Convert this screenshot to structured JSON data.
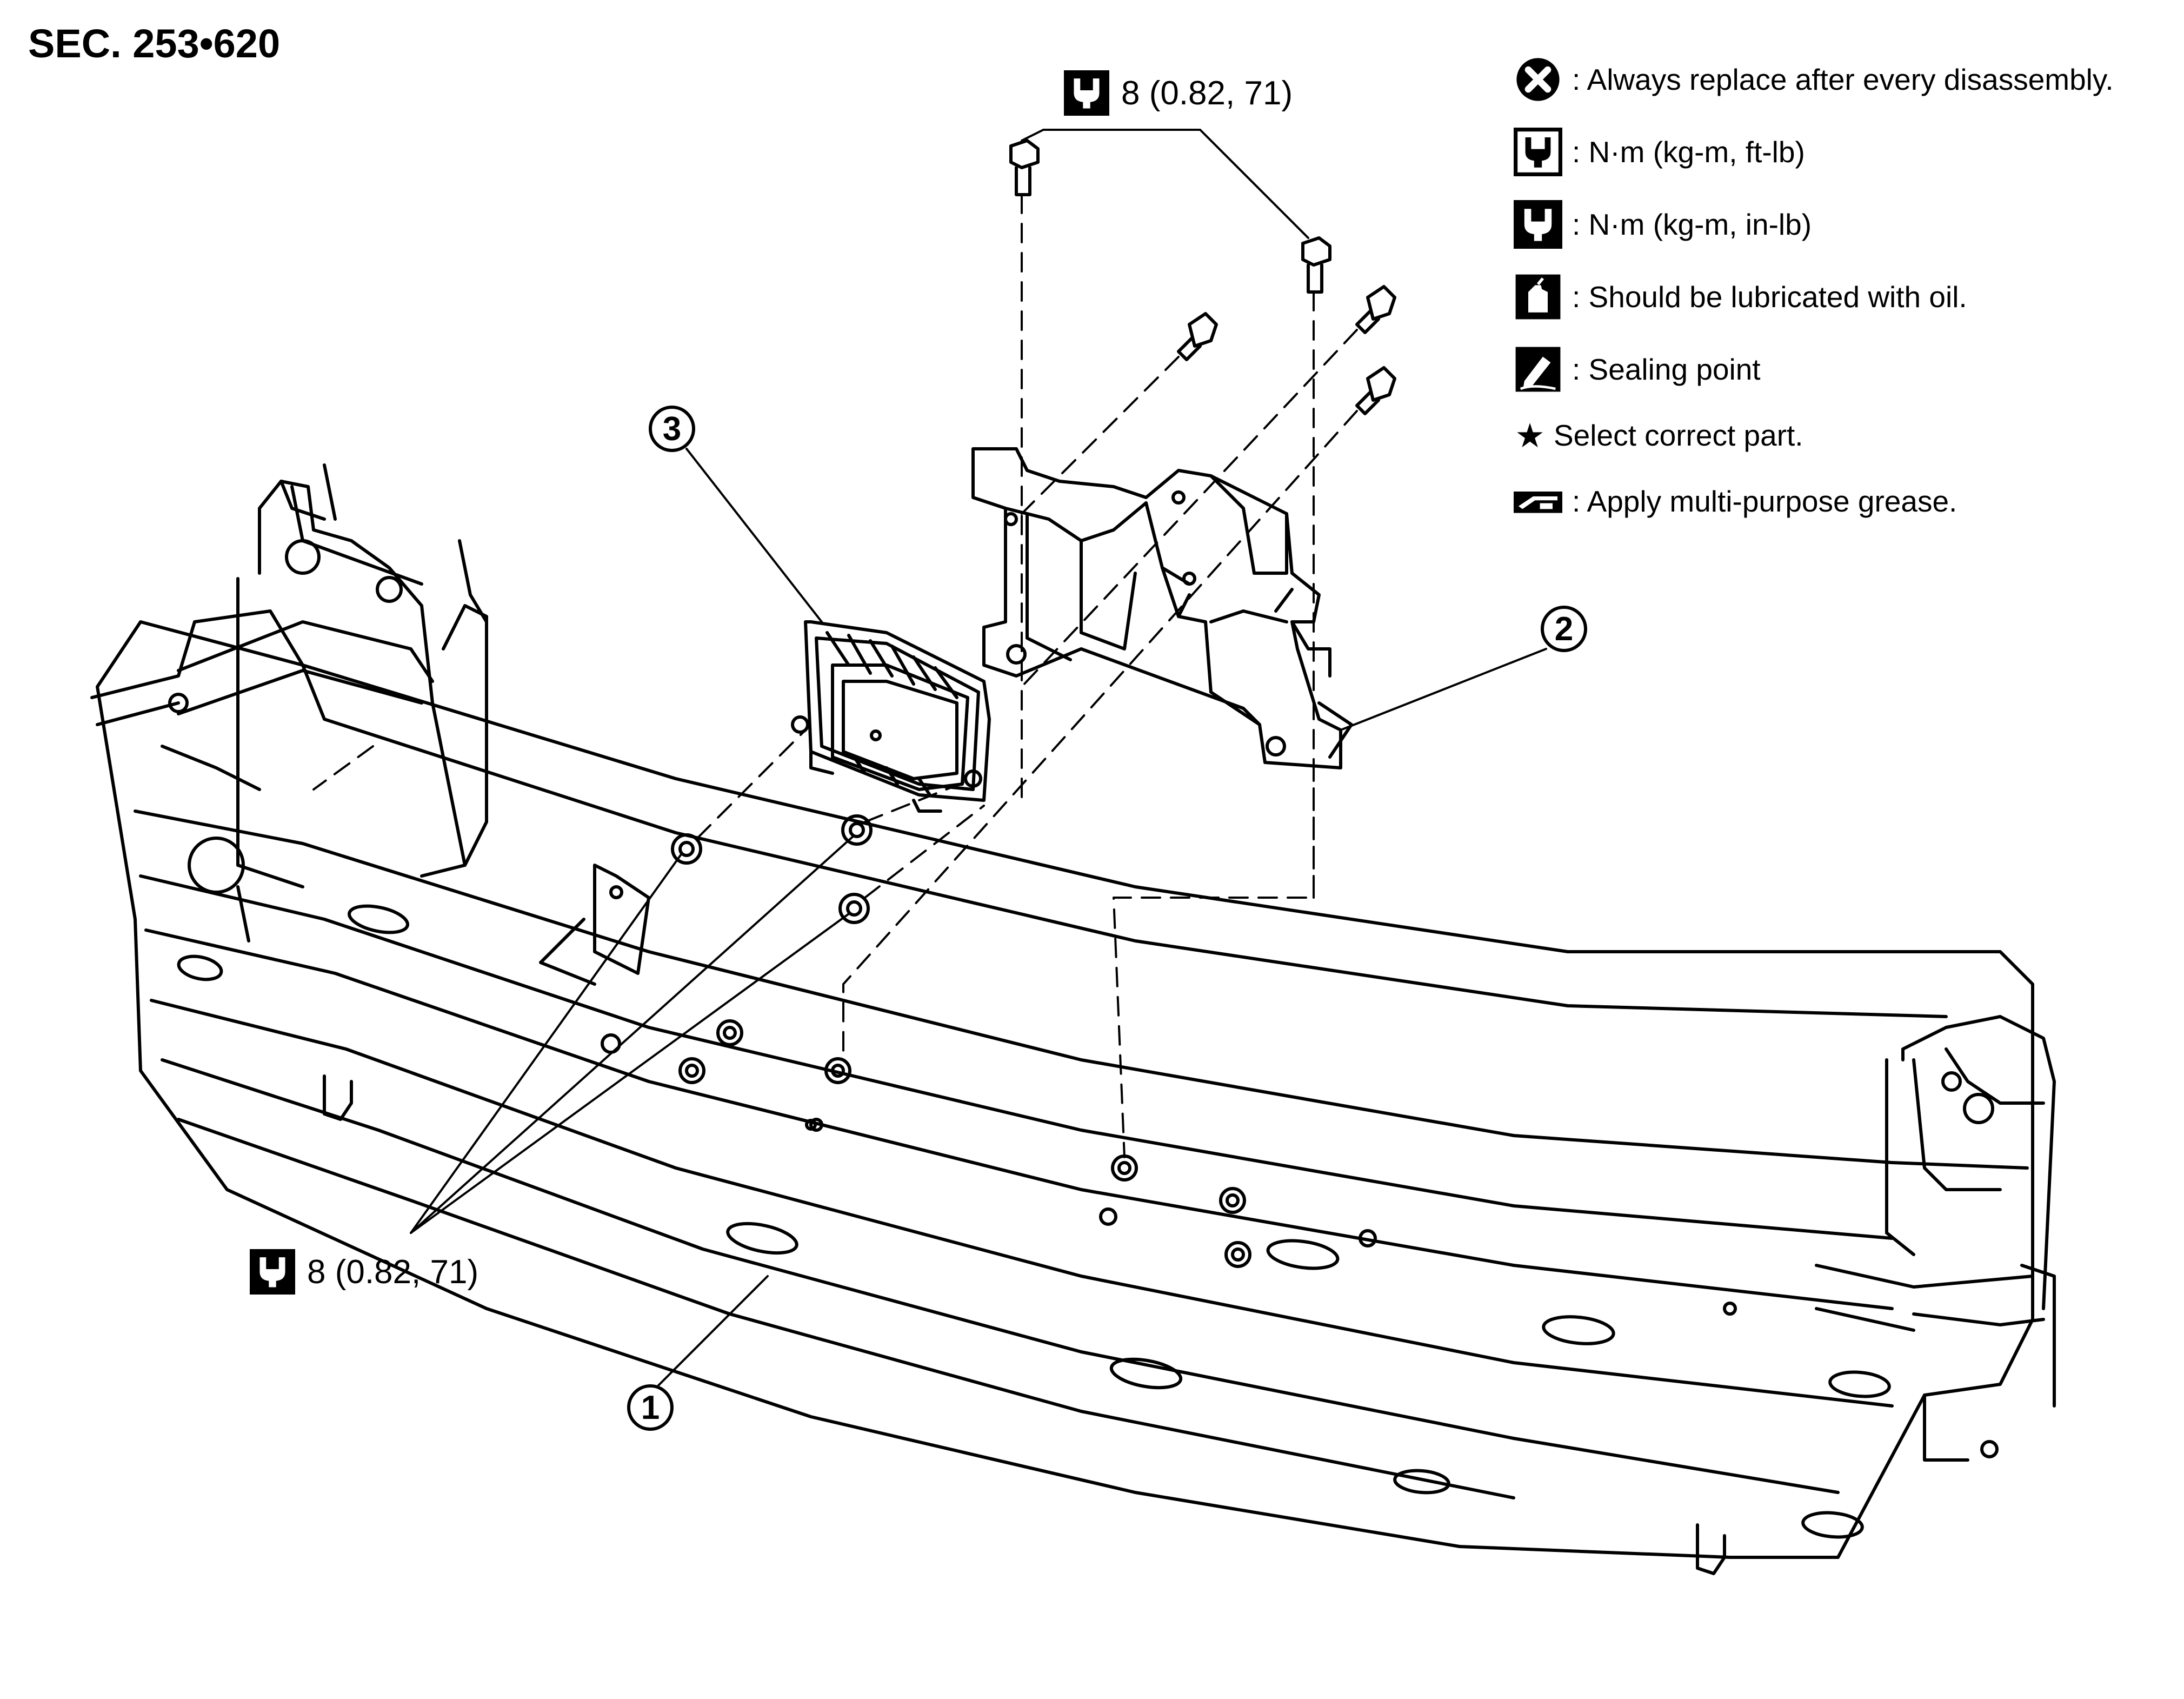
{
  "section": {
    "title": "SEC. 253•620"
  },
  "torque_specs": [
    {
      "icon": "torque-wrench-in-lb-icon",
      "text": "8 (0.82, 71)"
    },
    {
      "icon": "torque-wrench-in-lb-icon",
      "text": "8 (0.82, 71)"
    }
  ],
  "legend": {
    "items": [
      {
        "icon": "replace-x-icon",
        "text": ": Always replace after every disassembly."
      },
      {
        "icon": "torque-wrench-ft-lb-icon",
        "text": ": N·m (kg-m, ft-lb)"
      },
      {
        "icon": "torque-wrench-in-lb-icon",
        "text": ": N·m (kg-m, in-lb)"
      },
      {
        "icon": "oil-can-icon",
        "text": ": Should be lubricated with oil."
      },
      {
        "icon": "sealant-icon",
        "text": ": Sealing point"
      },
      {
        "icon": "star-icon",
        "text": "Select correct part."
      },
      {
        "icon": "grease-icon",
        "text": ": Apply multi-purpose grease."
      }
    ],
    "star_symbol": "★"
  },
  "callouts": [
    {
      "label": "1",
      "part": "bumper-reinforcement"
    },
    {
      "label": "2",
      "part": "sensor-bracket"
    },
    {
      "label": "3",
      "part": "radar-sensor"
    }
  ],
  "colors": {
    "line": "#000000",
    "background": "#ffffff"
  }
}
